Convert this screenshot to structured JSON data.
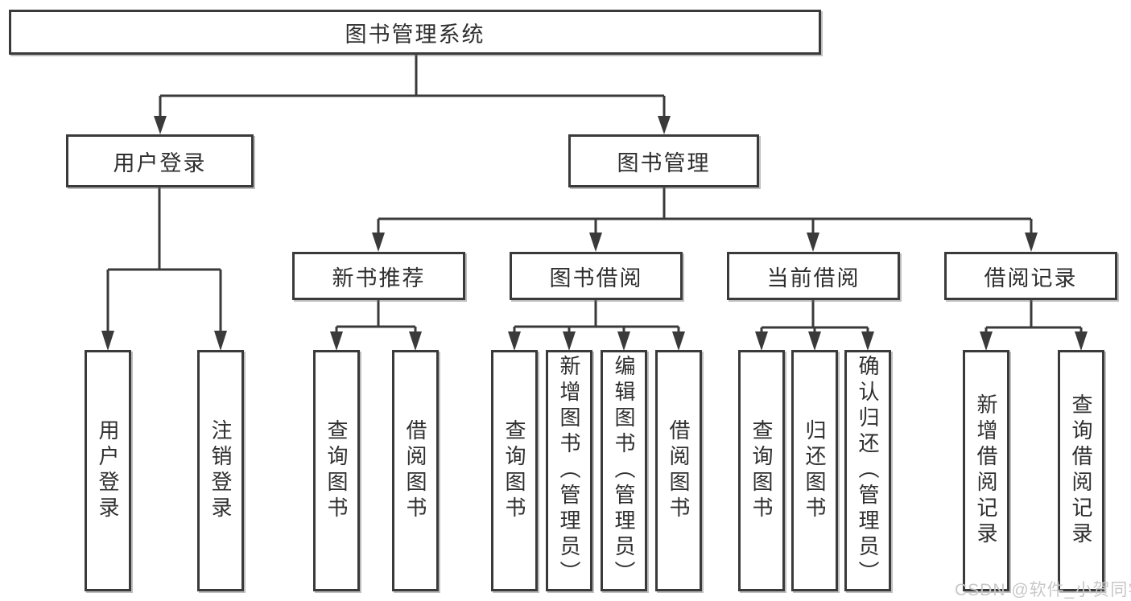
{
  "diagram": {
    "title": "图书管理系统",
    "root": {
      "label": "图书管理系统"
    },
    "level2": [
      {
        "label": "用户登录"
      },
      {
        "label": "图书管理"
      }
    ],
    "level3": [
      {
        "label": "新书推荐"
      },
      {
        "label": "图书借阅"
      },
      {
        "label": "当前借阅"
      },
      {
        "label": "借阅记录"
      }
    ],
    "leaves": {
      "user_login": [
        "用户登录",
        "注销登录"
      ],
      "new_books": [
        "查询图书",
        "借阅图书"
      ],
      "book_borrow": [
        "查询图书",
        "新增图书（管理员）",
        "编辑图书（管理员）",
        "借阅图书"
      ],
      "current_borrow": [
        "查询图书",
        "归还图书",
        "确认归还（管理员）"
      ],
      "borrow_records": [
        "新增借阅记录",
        "查询借阅记录"
      ]
    }
  },
  "watermark": {
    "text": "CSDN @软件_小贺同学"
  },
  "colors": {
    "line": "#3a3a3a",
    "text": "#2f2f2f",
    "watermark": "#c8c8c8",
    "background": "#ffffff"
  }
}
